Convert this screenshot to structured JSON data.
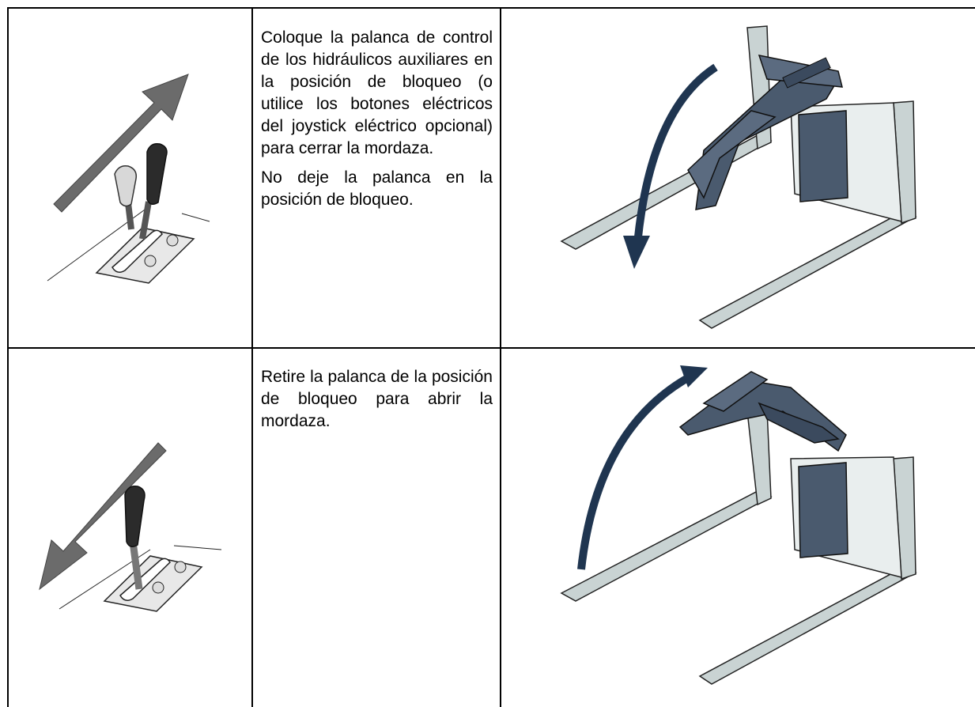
{
  "rows": [
    {
      "paragraphs": [
        "Coloque la palanca de control de los hidráulicos auxiliares en la posición de bloqueo (o utilice los botones eléctricos del joystick eléctrico opcional) para cerrar la mordaza.",
        "No deje la palanca en la posición de bloqueo."
      ],
      "lever_icon": "lever-push-forward-icon",
      "attachment_icon": "fork-grapple-close-icon"
    },
    {
      "paragraphs": [
        "Retire la palanca de la posición de bloqueo para abrir la mordaza."
      ],
      "lever_icon": "lever-pull-back-icon",
      "attachment_icon": "fork-grapple-open-icon"
    }
  ],
  "colors": {
    "arrow_grey": "#6b6b6b",
    "arrow_navy": "#1f3550",
    "steel_blue": "#4a5a6e",
    "fork_fill": "#c9d3d3"
  }
}
